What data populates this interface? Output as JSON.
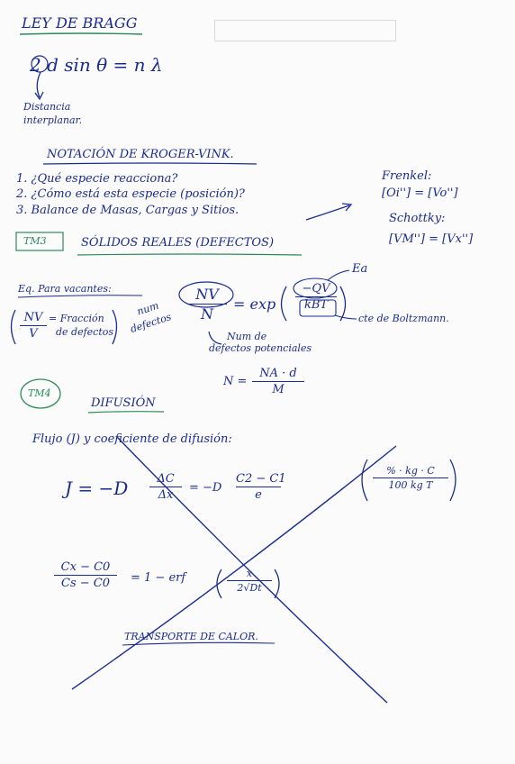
{
  "colors": {
    "ink": "#1b2c90",
    "underline_green": "#2d8a5b",
    "paper": "#fbfbfb"
  },
  "sections": {
    "bragg_title": "LEY DE BRAGG",
    "bragg_eq": "2 d sin θ = n λ",
    "bragg_note_1": "Distancia",
    "bragg_note_2": "interplanar.",
    "kroger_title": "NOTACIÓN DE KROGER-VINK.",
    "kroger_items": [
      "1. ¿Qué especie reacciona?",
      "2. ¿Cómo está esta especie (posición)?",
      "3. Balance de Masas, Cargas y Sitios."
    ],
    "frenkel_label": "Frenkel:",
    "frenkel_eq": "[Oi''] = [Vo'']",
    "schottky_label": "Schottky:",
    "schottky_eq": "[VM''] = [Vx'']",
    "tm3_badge": "TM3",
    "solidos_title": "SÓLIDOS REALES (DEFECTOS)",
    "vacantes_label": "Eq. Para vacantes:",
    "fraction_num": "NV",
    "fraction_den": "V",
    "fraction_text_1": "= Fracción",
    "fraction_text_2": "de defectos",
    "nv_note_1": "num",
    "nv_note_2": "defectos",
    "main_frac_num": "NV",
    "main_frac_den": "N",
    "exp_text": "= exp",
    "exp_num": "−QV",
    "exp_den": "kBT",
    "ea_label": "Ea",
    "boltzmann_note": "cte de Boltzmann.",
    "n_note_1": "Num de",
    "n_note_2": "defectos potenciales",
    "n_eq_left": "N =",
    "n_eq_num": "NA · d",
    "n_eq_den": "M",
    "tm4_badge": "TM4",
    "difusion_title": "DIFUSIÓN",
    "flujo_label": "Flujo (J) y coeficiente de difusión:",
    "j_eq_left": "J = −D",
    "j_eq_frac1_num": "ΔC",
    "j_eq_frac1_den": "Δx",
    "j_eq_mid": "= −D",
    "j_eq_frac2_num": "C2 − C1",
    "j_eq_frac2_den": "e",
    "units_num": "% · kg · C",
    "units_den": "100 kg T",
    "ficks_num": "Cx − C0",
    "ficks_den": "Cs − C0",
    "ficks_mid": "= 1 − erf",
    "ficks_arg_num": "x",
    "ficks_arg_den": "2√Dt",
    "transporte_title": "TRANSPORTE DE CALOR."
  }
}
